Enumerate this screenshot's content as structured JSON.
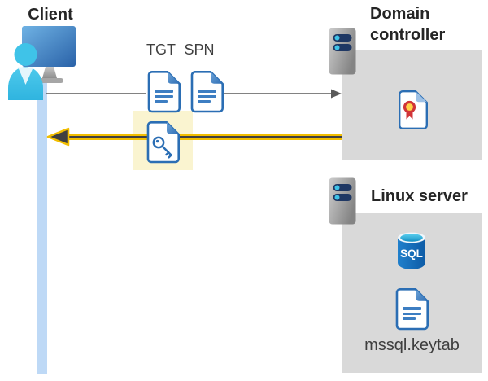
{
  "client": {
    "label": "Client"
  },
  "flow": {
    "tgt_label": "TGT",
    "spn_label": "SPN",
    "request_arrow": "client-to-domain-controller",
    "response_arrow": "domain-controller-to-client"
  },
  "domain_controller": {
    "label": "Domain controller"
  },
  "linux_server": {
    "label": "Linux server",
    "sql_text": "SQL",
    "keytab_label": "mssql.keytab"
  },
  "colors": {
    "lifeline": "#BED9F6",
    "box-gray": "#D9D9D9",
    "arrow-gray": "#595959",
    "arrow-gold": "#F2BE00",
    "arrow-dark": "#404040",
    "highlight": "#FAF4D0",
    "doc-blue": "#2B6EB4",
    "doc-line": "#3D7EC2",
    "navy": "#1F3864",
    "cyan": "#3FC3E8",
    "cert-red": "#D13438",
    "cert-gold": "#FFD24A",
    "monitor-blue-1": "#66ACE0",
    "monitor-blue-2": "#2B66AC",
    "text-dark": "#252525",
    "text-mid": "#3F3F3F"
  }
}
